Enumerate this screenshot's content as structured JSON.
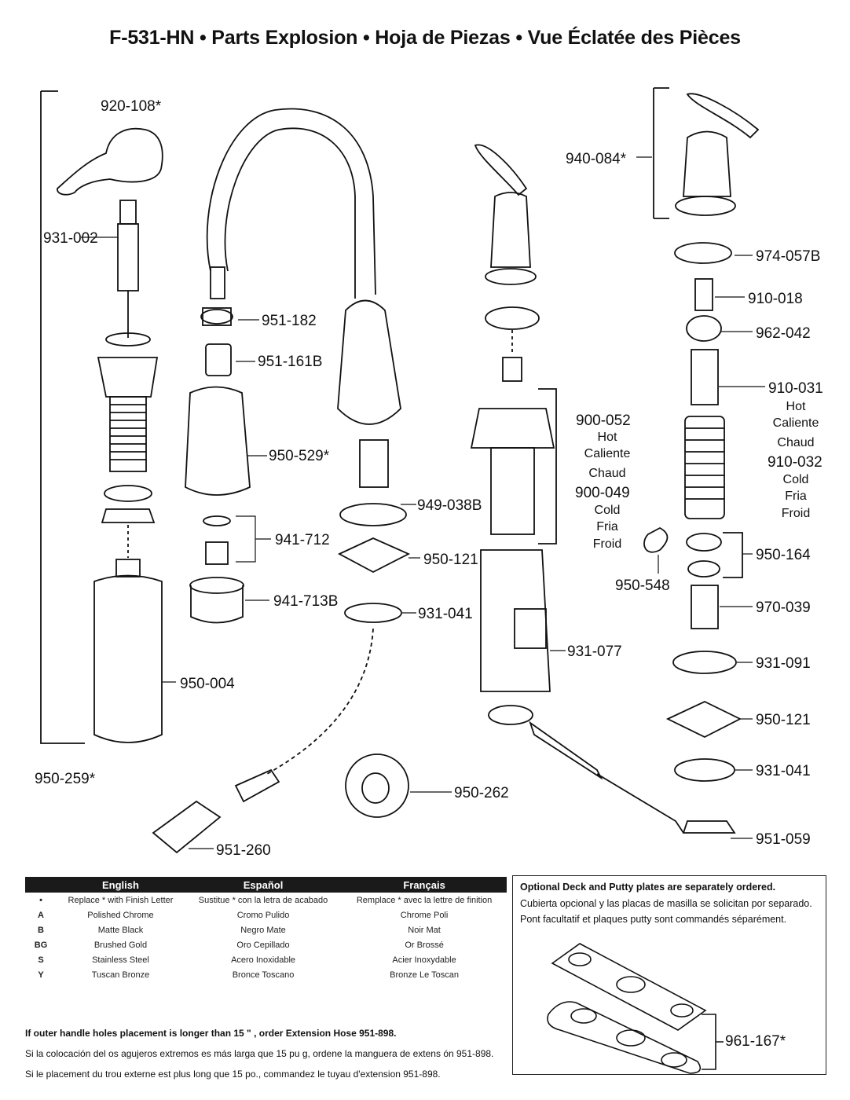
{
  "title": "F-531-HN • Parts Explosion • Hoja de Piezas • Vue Éclatée des Pièces",
  "parts": {
    "p920_108": "920-108*",
    "p931_002": "931-002",
    "p950_259": "950-259*",
    "p950_004": "950-004",
    "p951_182": "951-182",
    "p951_161b": "951-161B",
    "p950_529": "950-529*",
    "p941_712": "941-712",
    "p941_713b": "941-713B",
    "p949_038b": "949-038B",
    "p950_121_mid": "950-121",
    "p931_041_mid": "931-041",
    "p900_052": "900-052",
    "hot1": "Hot",
    "caliente1": "Caliente",
    "chaud1": "Chaud",
    "p900_049": "900-049",
    "cold1": "Cold",
    "fria1": "Fria",
    "froid1": "Froid",
    "p931_077": "931-077",
    "p950_262": "950-262",
    "p951_260": "951-260",
    "p940_084": "940-084*",
    "p974_057b": "974-057B",
    "p910_018": "910-018",
    "p962_042": "962-042",
    "p910_031": "910-031",
    "hot2": "Hot",
    "caliente2": "Caliente",
    "chaud2": "Chaud",
    "p910_032": "910-032",
    "cold2": "Cold",
    "fria2": "Fria",
    "froid2": "Froid",
    "p950_548": "950-548",
    "p950_164": "950-164",
    "p970_039": "970-039",
    "p931_091": "931-091",
    "p950_121_right": "950-121",
    "p931_041_right": "931-041",
    "p951_059": "951-059",
    "p961_167": "961-167*"
  },
  "finish_table": {
    "headers": [
      "",
      "English",
      "Español",
      "Français"
    ],
    "rows": [
      [
        "•",
        "Replace * with Finish Letter",
        "Sustitue * con la letra de acabado",
        "Remplace * avec la lettre de finition"
      ],
      [
        "A",
        "Polished Chrome",
        "Cromo Pulido",
        "Chrome Poli"
      ],
      [
        "B",
        "Matte Black",
        "Negro Mate",
        "Noir Mat"
      ],
      [
        "BG",
        "Brushed Gold",
        "Oro Cepillado",
        "Or Brossé"
      ],
      [
        "S",
        "Stainless Steel",
        "Acero Inoxidable",
        "Acier Inoxydable"
      ],
      [
        "Y",
        "Tuscan Bronze",
        "Bronce Toscano",
        "Bronze Le Toscan"
      ]
    ]
  },
  "notes": {
    "en": "If outer handle holes placement is longer than 15 \" , order Extension Hose  951-898.",
    "es": "Si la colocación del  os agujeros extremos es más larga que 15 pu g, ordene la manguera de extens ón 951-898.",
    "fr": "Si le placement du trou externe est plus long que 15 po., commandez le tuyau d'extension 951-898."
  },
  "optional": {
    "en": "Optional Deck and Putty plates are separately ordered.",
    "es": "Cubierta opcional y las placas de masilla se solicitan por separado.",
    "fr": "Pont facultatif et plaques putty sont commandés séparément."
  }
}
